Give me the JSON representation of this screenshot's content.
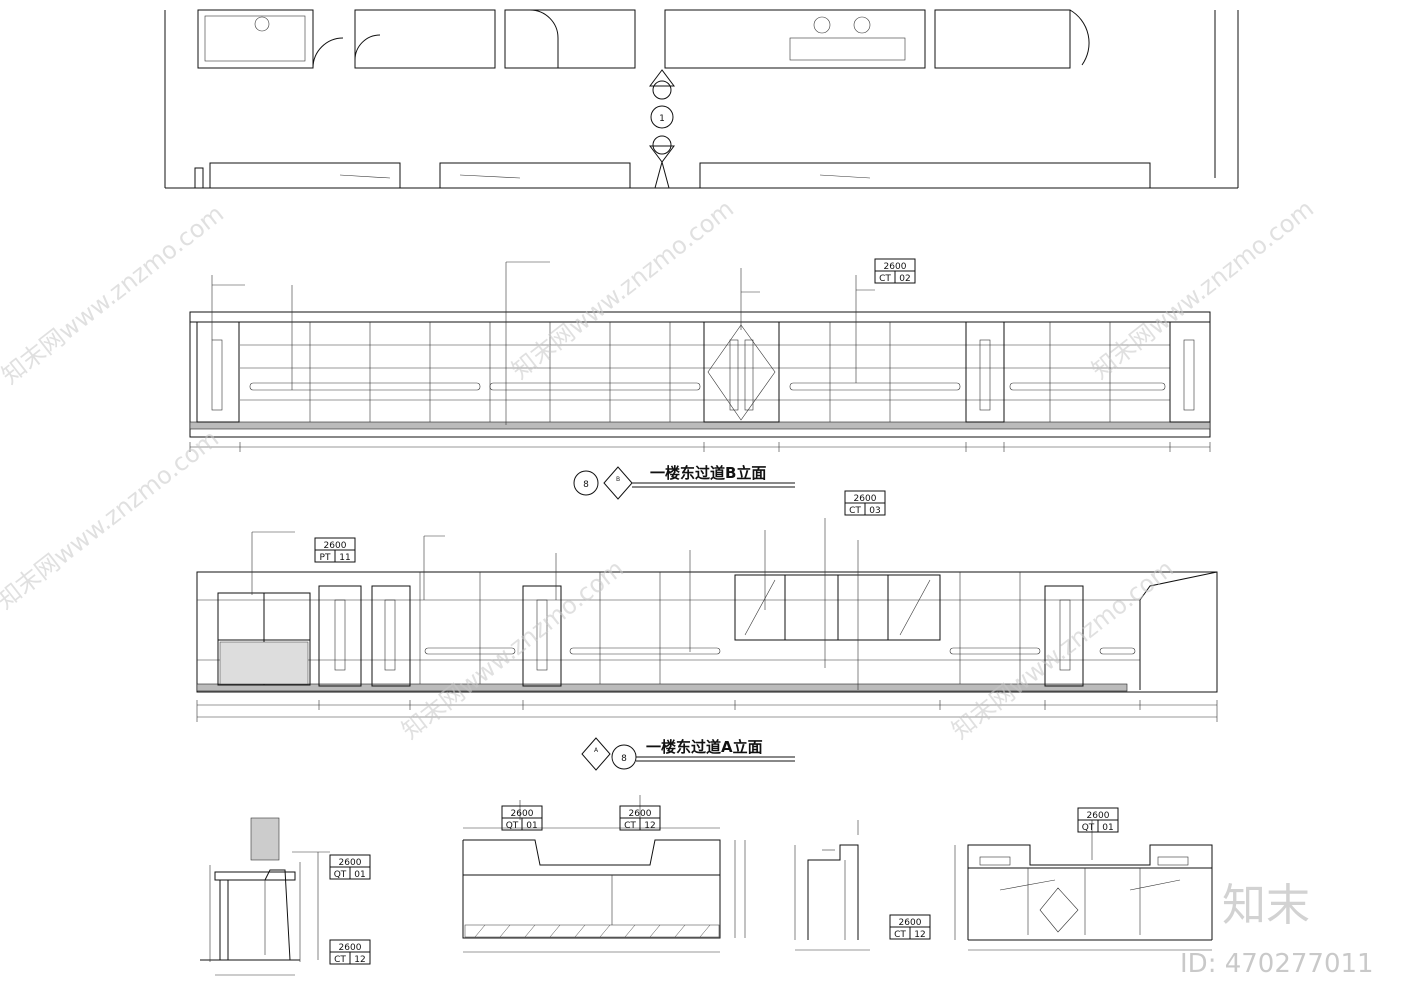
{
  "titles": {
    "elevation_b": "一楼东过道B立面",
    "elevation_a": "一楼东过道A立面"
  },
  "markers": {
    "plan_number": "1",
    "b_number": "8",
    "a_number": "8",
    "b_sub_top": "B",
    "a_sub_top": "A"
  },
  "tags": [
    {
      "code": "2600",
      "a": "CT",
      "b": "02"
    },
    {
      "code": "2600",
      "a": "PT",
      "b": "11"
    },
    {
      "code": "2600",
      "a": "CT",
      "b": "03"
    },
    {
      "code": "2600",
      "a": "QT",
      "b": "01"
    },
    {
      "code": "2600",
      "a": "CT",
      "b": "12"
    },
    {
      "code": "2600",
      "a": "QT",
      "b": "01"
    },
    {
      "code": "2600",
      "a": "CT",
      "b": "12"
    },
    {
      "code": "2600",
      "a": "CT",
      "b": "12"
    },
    {
      "code": "2600",
      "a": "QT",
      "b": "01"
    }
  ],
  "watermark": {
    "text": "知末网www.znzmo.com",
    "brand": "知末",
    "id": "ID: 470277011"
  }
}
